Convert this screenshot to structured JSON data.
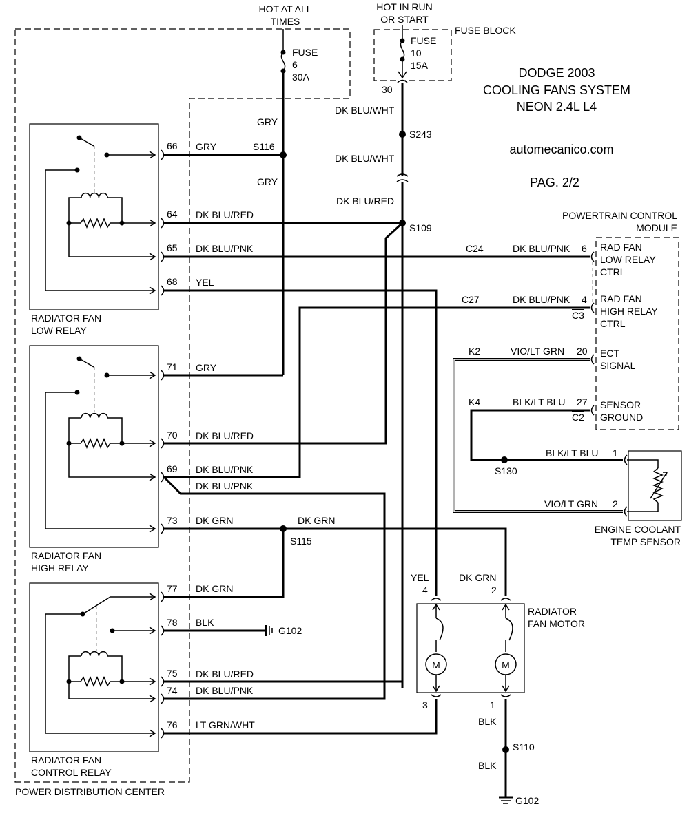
{
  "header": {
    "title_line1": "DODGE 2003",
    "title_line2": "COOLING FANS SYSTEM",
    "title_line3": "NEON 2.4L L4",
    "website": "automecanico.com",
    "page": "PAG. 2/2"
  },
  "power": {
    "hot_always_1": "HOT AT ALL",
    "hot_always_2": "TIMES",
    "hot_run_1": "HOT IN RUN",
    "hot_run_2": "OR START",
    "fuse_block": "FUSE BLOCK",
    "fuse6_1": "FUSE",
    "fuse6_2": "6",
    "fuse6_3": "30A",
    "fuse10_1": "FUSE",
    "fuse10_2": "10",
    "fuse10_3": "15A",
    "pin30": "30"
  },
  "splices": {
    "s243": "S243",
    "s116": "S116",
    "s109": "S109",
    "s115": "S115",
    "s130": "S130",
    "s110": "S110"
  },
  "grounds": {
    "g102a": "G102",
    "g102b": "G102"
  },
  "wires": {
    "gry": "GRY",
    "dkbluwht": "DK BLU/WHT",
    "dkblured": "DK BLU/RED",
    "dkblupnk": "DK BLU/PNK",
    "yel": "YEL",
    "dkgrn": "DK GRN",
    "blk": "BLK",
    "ltgrnwht": "LT GRN/WHT",
    "violtgrn": "VIO/LT GRN",
    "blkltblu": "BLK/LT BLU"
  },
  "pins": {
    "p66": "66",
    "p64": "64",
    "p65": "65",
    "p68": "68",
    "p71": "71",
    "p70": "70",
    "p69": "69",
    "p73": "73",
    "p77": "77",
    "p78": "78",
    "p75": "75",
    "p74": "74",
    "p76": "76",
    "c24": "C24",
    "c27": "C27",
    "k2": "K2",
    "k4": "K4",
    "pcm6": "6",
    "pcm4": "4",
    "pcm20": "20",
    "pcm27": "27",
    "c3": "C3",
    "c2": "C2",
    "ect1": "1",
    "ect2": "2",
    "m4": "4",
    "m2": "2",
    "m3": "3",
    "m1": "1"
  },
  "components": {
    "low_relay_1": "RADIATOR FAN",
    "low_relay_2": "LOW RELAY",
    "high_relay_1": "RADIATOR FAN",
    "high_relay_2": "HIGH RELAY",
    "ctrl_relay_1": "RADIATOR FAN",
    "ctrl_relay_2": "CONTROL RELAY",
    "pdc": "POWER DISTRIBUTION CENTER",
    "pcm_1": "POWERTRAIN CONTROL",
    "pcm_2": "MODULE",
    "pcm_low_1": "RAD FAN",
    "pcm_low_2": "LOW RELAY",
    "pcm_low_3": "CTRL",
    "pcm_high_1": "RAD FAN",
    "pcm_high_2": "HIGH RELAY",
    "pcm_high_3": "CTRL",
    "pcm_ect_1": "ECT",
    "pcm_ect_2": "SIGNAL",
    "pcm_gnd_1": "SENSOR",
    "pcm_gnd_2": "GROUND",
    "ect_sensor_1": "ENGINE COOLANT",
    "ect_sensor_2": "TEMP SENSOR",
    "motor_1": "RADIATOR",
    "motor_2": "FAN MOTOR",
    "motor_m": "M"
  }
}
